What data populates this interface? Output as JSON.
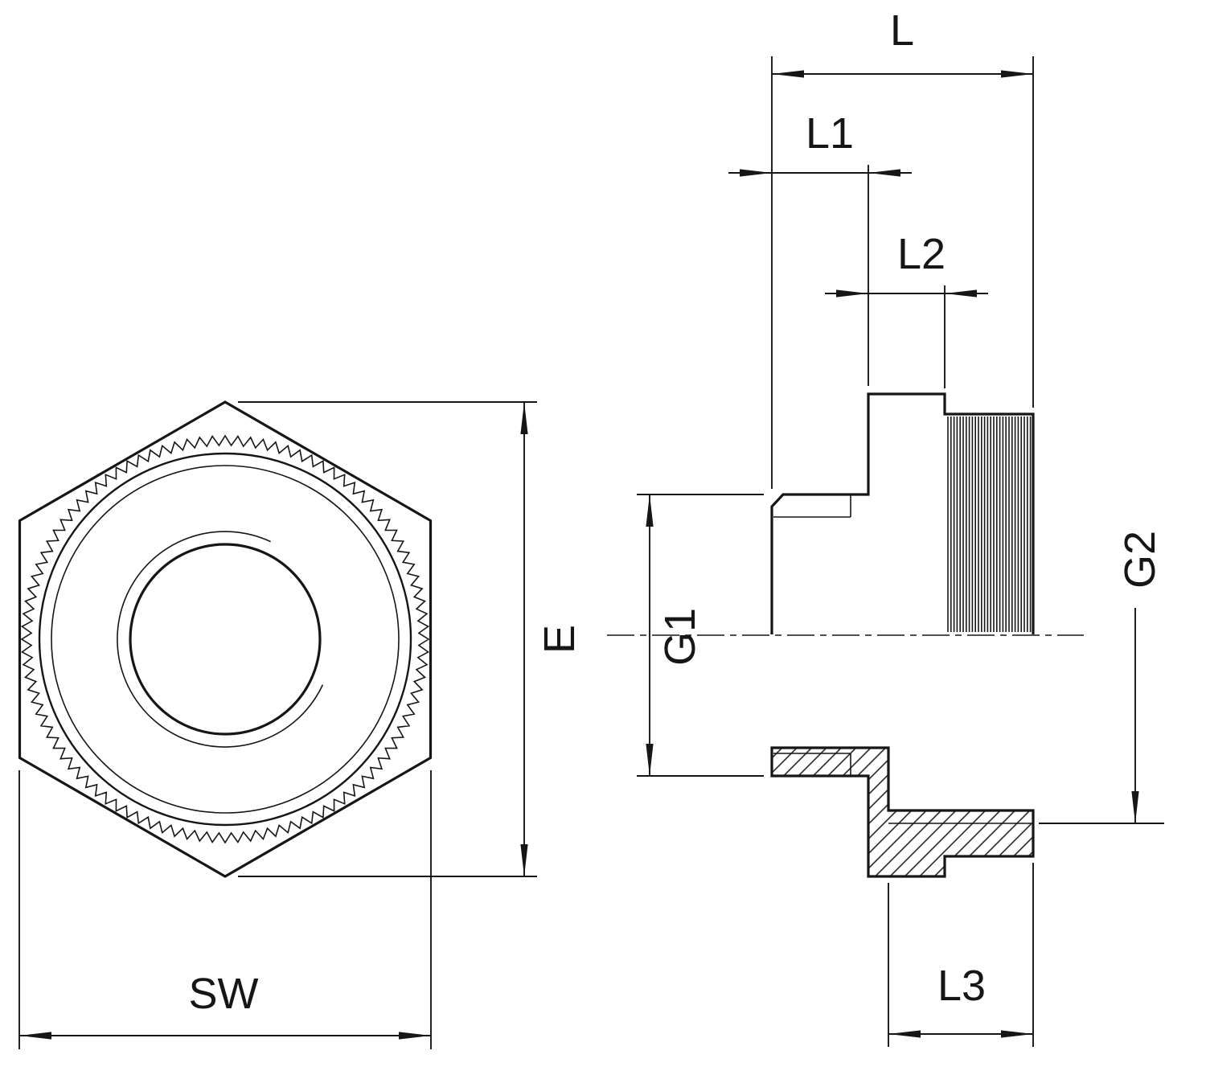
{
  "drawing": {
    "kind": "technical-dimension-drawing",
    "description": "Threaded adapter / cable gland enlargement piece: front view (hex with knurled ring) and half-section side view",
    "labels": {
      "L": "L",
      "L1": "L1",
      "L2": "L2",
      "L3": "L3",
      "E": "E",
      "SW": "SW",
      "G1": "G1",
      "G2": "G2"
    },
    "colors": {
      "line": "#161616",
      "background": "#ffffff"
    }
  }
}
